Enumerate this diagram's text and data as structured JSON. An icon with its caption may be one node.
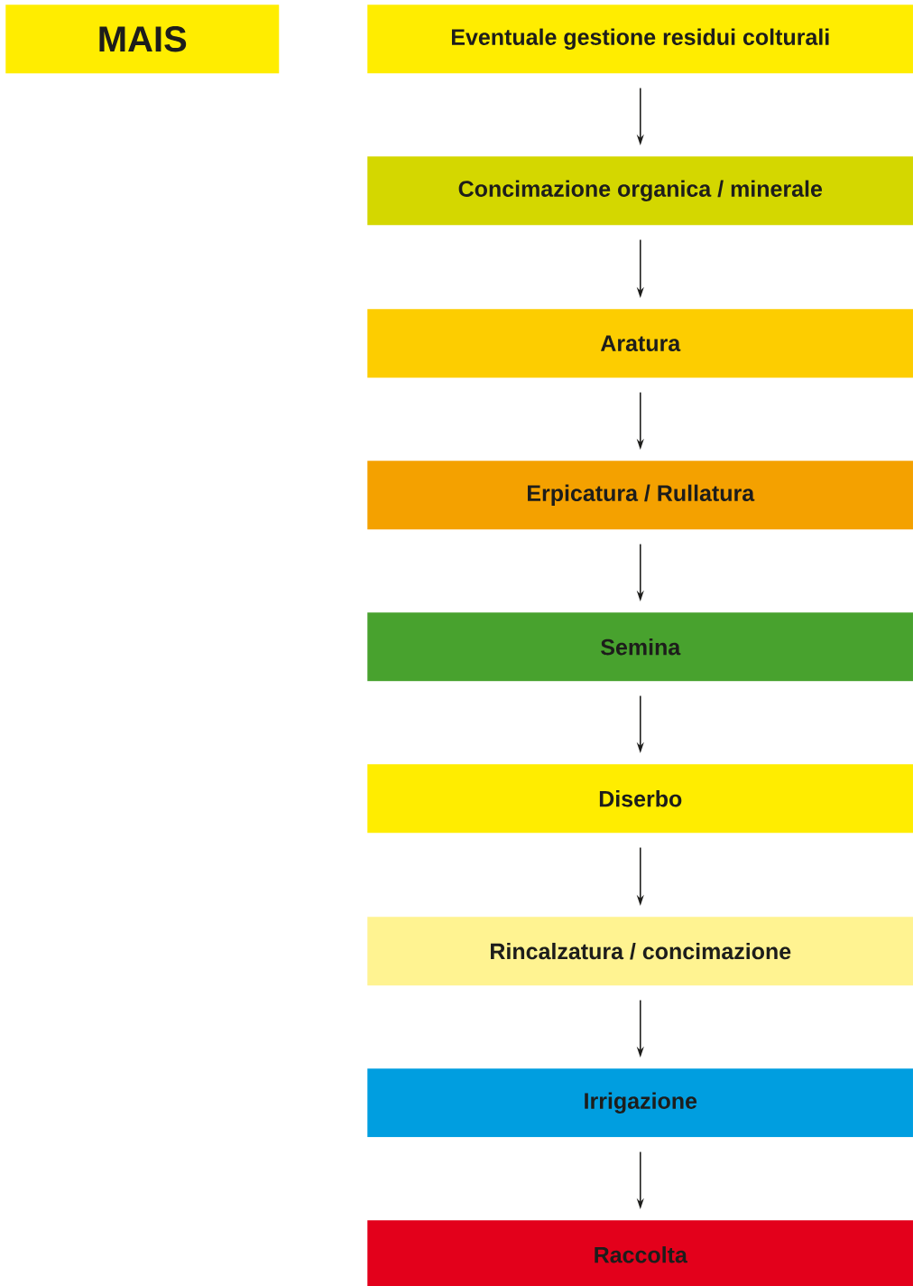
{
  "diagram": {
    "nodes": [
      {
        "text": [
          "MAIS"
        ]
      },
      {
        "text": [
          "Eventuale gestione residui colturali"
        ]
      },
      {
        "text": [
          "Concimazione organica / minerale"
        ]
      },
      {
        "text": [
          "Aratura"
        ]
      },
      {
        "text": [
          "Erpicatura / Rullatura"
        ]
      },
      {
        "text": [
          "Semina"
        ]
      },
      {
        "text": [
          "Diserbo"
        ]
      },
      {
        "text": [
          "Rincalzatura / concimazione"
        ]
      },
      {
        "text": [
          "Irrigazione"
        ]
      },
      {
        "text": [
          "Raccolta"
        ]
      }
    ],
    "edges": [
      {
        "from": 1,
        "to": 2,
        "arrow": "to"
      },
      {
        "from": 2,
        "to": 3,
        "arrow": "to"
      },
      {
        "from": 3,
        "to": 4,
        "arrow": "to"
      },
      {
        "from": 4,
        "to": 5,
        "arrow": "to"
      },
      {
        "from": 5,
        "to": 6,
        "arrow": "to"
      },
      {
        "from": 6,
        "to": 7,
        "arrow": "to"
      },
      {
        "from": 7,
        "to": 8,
        "arrow": "to"
      },
      {
        "from": 8,
        "to": 9,
        "arrow": "to"
      }
    ]
  }
}
